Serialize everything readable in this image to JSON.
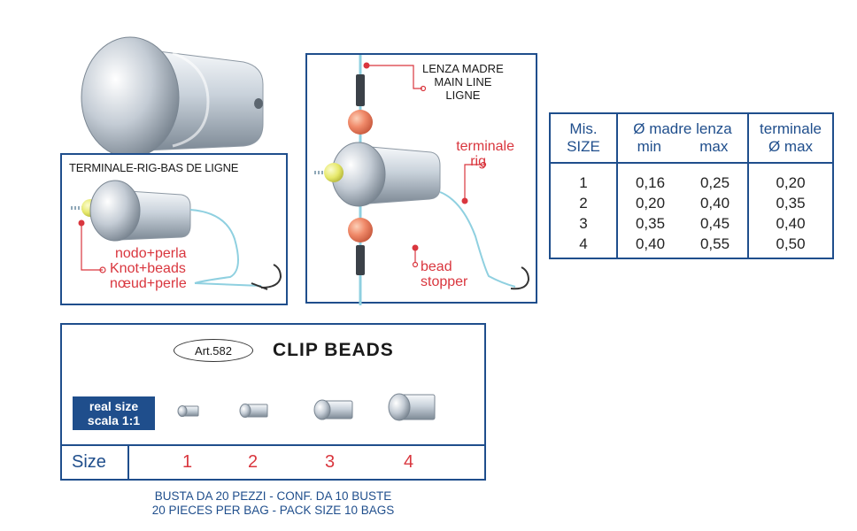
{
  "rig_box": {
    "title": "TERMINALE-RIG-BAS DE LIGNE",
    "knot_labels": [
      "nodo+perla",
      "Knot+beads",
      "nœud+perle"
    ]
  },
  "line_box": {
    "main_line_labels": [
      "LENZA MADRE",
      "MAIN LINE",
      "LIGNE"
    ],
    "rig_labels": [
      "terminale",
      "rig"
    ],
    "stopper_labels": [
      "bead",
      "stopper"
    ]
  },
  "spec_table": {
    "headers": {
      "size": [
        "Mis.",
        "SIZE"
      ],
      "main_line": "Ø madre lenza",
      "main_line_min": "min",
      "main_line_max": "max",
      "rig": [
        "terminale",
        "Ø max"
      ]
    },
    "rows": [
      {
        "size": "1",
        "min": "0,16",
        "max": "0,25",
        "rig": "0,20"
      },
      {
        "size": "2",
        "min": "0,20",
        "max": "0,40",
        "rig": "0,35"
      },
      {
        "size": "3",
        "min": "0,35",
        "max": "0,45",
        "rig": "0,40"
      },
      {
        "size": "4",
        "min": "0,40",
        "max": "0,55",
        "rig": "0,50"
      }
    ]
  },
  "product": {
    "article": "Art.582",
    "name": "CLIP BEADS",
    "real_size_label": [
      "real size",
      "scala 1:1"
    ],
    "size_label": "Size",
    "sizes": [
      "1",
      "2",
      "3",
      "4"
    ]
  },
  "footer": {
    "line1": "BUSTA DA 20 PEZZI - CONF. DA 10 BUSTE",
    "line2": "20 PIECES PER BAG - PACK SIZE 10 BAGS"
  },
  "colors": {
    "frame": "#1f4e8c",
    "accent_red": "#d9363e",
    "line": "#8fd0e0",
    "bead_orange": "#f08a6a",
    "bead_yellow": "#e6e86a"
  }
}
